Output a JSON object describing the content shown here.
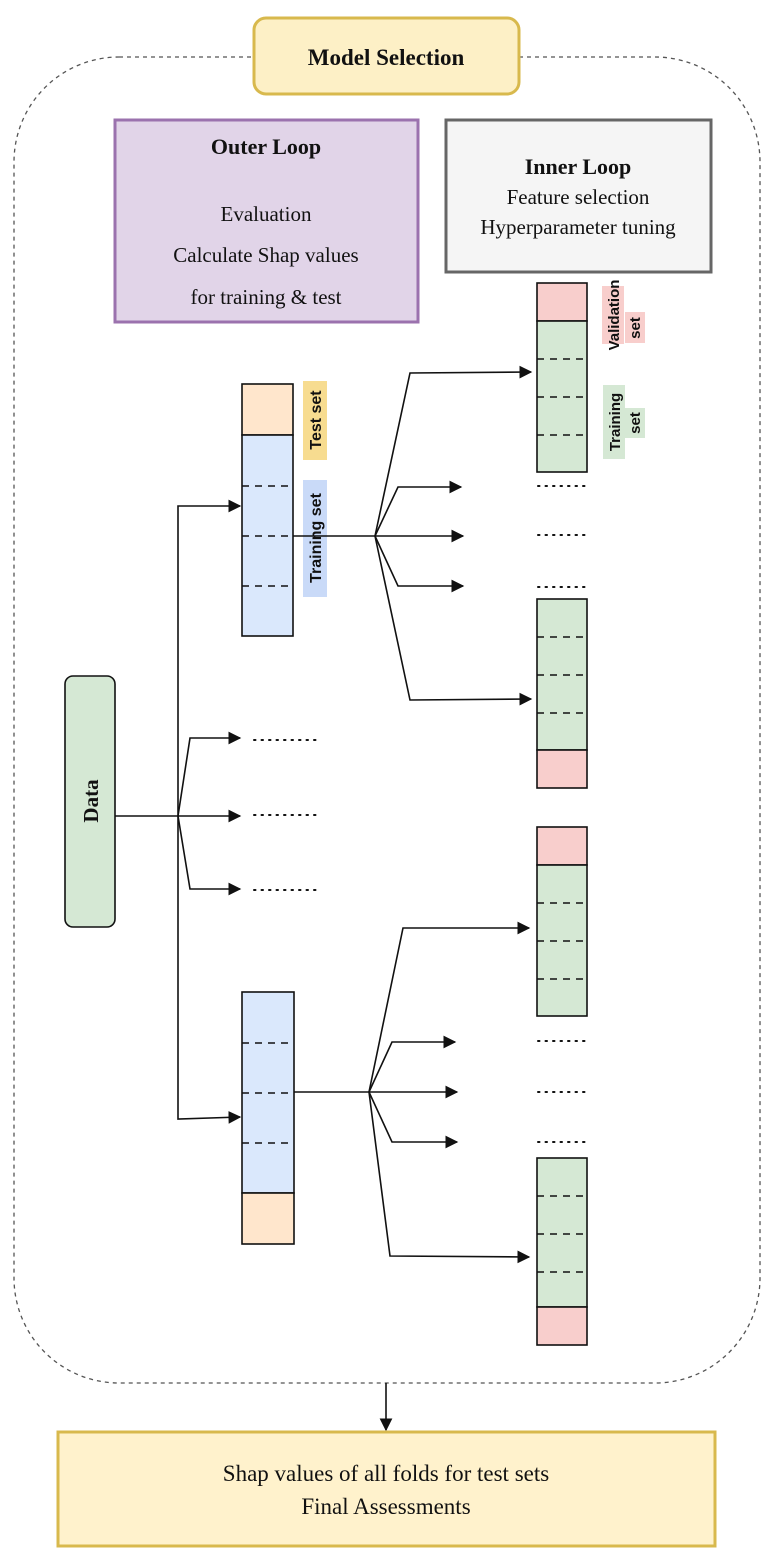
{
  "title": "Model Selection",
  "outer_loop": {
    "heading": "Outer Loop",
    "lines": [
      "Evaluation",
      "Calculate Shap values",
      "for training & test"
    ]
  },
  "inner_loop": {
    "heading": "Inner Loop",
    "lines": [
      "Feature selection",
      "Hyperparameter tuning"
    ]
  },
  "data_label": "Data",
  "labels": {
    "test_set": "Test set",
    "training_set": "Training set",
    "validation_set_line1": "Validation",
    "validation_set_line2": "set",
    "training_set_line1": "Training",
    "training_set_line2": "set"
  },
  "final": {
    "line1": "Shap values of all folds for test sets",
    "line2": "Final Assessments"
  },
  "colors": {
    "title_fill": "#fdf0c6",
    "title_stroke": "#d8b94d",
    "outer_fill": "#e1d4e8",
    "outer_stroke": "#9b72ae",
    "inner_fill": "#f5f5f5",
    "inner_stroke": "#666666",
    "data_fill": "#d5e8d4",
    "test_fill": "#ffe6cc",
    "training_fill": "#dae8fc",
    "validation_fill": "#f8cecc",
    "inner_training_fill": "#d5e8d4",
    "final_fill": "#fff2cc",
    "final_stroke": "#d8b94d",
    "test_tag": "#f7dc90",
    "training_tag": "#c9daf8",
    "validation_tag": "#f8cecc",
    "inner_training_tag": "#d5e8d4"
  }
}
